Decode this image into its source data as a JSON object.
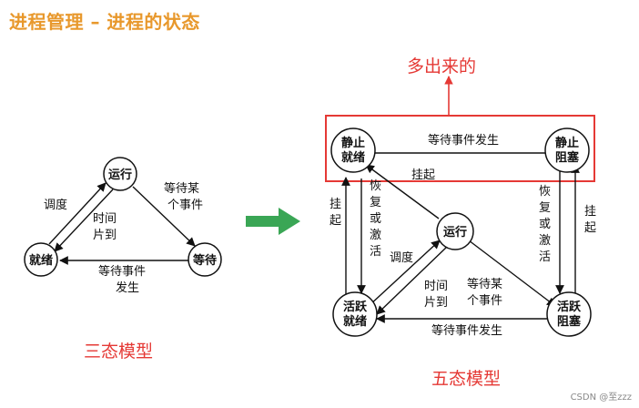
{
  "title": "进程管理 – 进程的状态",
  "three_state": {
    "caption": "三态模型",
    "nodes": {
      "running": "运行",
      "ready": "就绪",
      "waiting": "等待"
    },
    "edges": {
      "schedule": "调度",
      "timeslice": [
        "时间",
        "片到"
      ],
      "wait_event": [
        "等待某",
        "个事件"
      ],
      "event_occurs": [
        "等待事件",
        "发生"
      ]
    }
  },
  "five_state": {
    "caption": "五态模型",
    "highlight_label": "多出来的",
    "nodes": {
      "static_ready": [
        "静止",
        "就绪"
      ],
      "static_blocked": [
        "静止",
        "阻塞"
      ],
      "running": "运行",
      "active_ready": [
        "活跃",
        "就绪"
      ],
      "active_blocked": [
        "活跃",
        "阻塞"
      ]
    },
    "edges": {
      "top_event": "等待事件发生",
      "suspend_running": "挂起",
      "suspend_left": [
        "挂",
        "起"
      ],
      "resume_left": [
        "恢",
        "复",
        "或",
        "激",
        "活"
      ],
      "resume_right": [
        "恢",
        "复",
        "或",
        "激",
        "活"
      ],
      "suspend_right": [
        "挂",
        "起"
      ],
      "schedule": "调度",
      "timeslice": [
        "时间",
        "片到"
      ],
      "wait_event": [
        "等待某",
        "个事件"
      ],
      "bottom_event": "等待事件发生"
    }
  },
  "colors": {
    "title": "#e8982c",
    "red": "#e53935",
    "green_arrow": "#3aa655"
  },
  "watermark": "CSDN @至zzz"
}
